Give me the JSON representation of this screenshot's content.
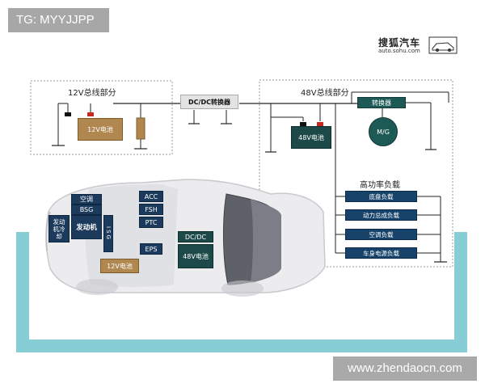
{
  "watermark_tg": "TG: MYYJJPP",
  "watermark_site": "www.zhendaocn.com",
  "logo": {
    "brand": "搜狐汽车",
    "url": "auto.sohu.com"
  },
  "labels": {
    "bus12": "12V总线部分",
    "bus48": "48V总线部分",
    "dcdc_top": "DC/DC转换器",
    "converter": "转换器",
    "motor": "M/G",
    "battery12_top": "12V电池",
    "battery48": "48V电池",
    "high_loads": "高功率负载"
  },
  "loads": [
    "底盘负载",
    "动力总成负载",
    "空调负载",
    "车身电源负载"
  ],
  "car_blocks": {
    "ac": "空调",
    "bsg": "BSG",
    "engine": "发动机",
    "engine_cool": "发动机冷却",
    "isg": "ISG",
    "acc": "ACC",
    "fsh": "FSH",
    "ptc": "PTC",
    "eps": "EPS",
    "dcdc": "DC/DC",
    "battery48": "48V电池",
    "battery12": "12V电池"
  },
  "colors": {
    "navy": "#1c3a5c",
    "teal": "#1d4a48",
    "brown": "#b0874f",
    "frame": "#87cdd6",
    "bus": "#222222"
  }
}
